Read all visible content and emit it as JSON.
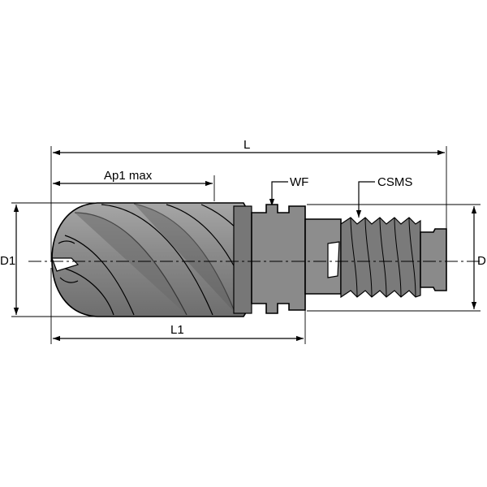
{
  "labels": {
    "L": "L",
    "L1": "L1",
    "D1": "D1",
    "D": "D",
    "ap1": "Ap1 max",
    "wf": "WF",
    "csms": "CSMS"
  },
  "colors": {
    "tool_body": "#8f8f8f",
    "tool_dark": "#555555",
    "tool_light": "#b4b4b4",
    "line": "#000000",
    "background": "#ffffff"
  }
}
